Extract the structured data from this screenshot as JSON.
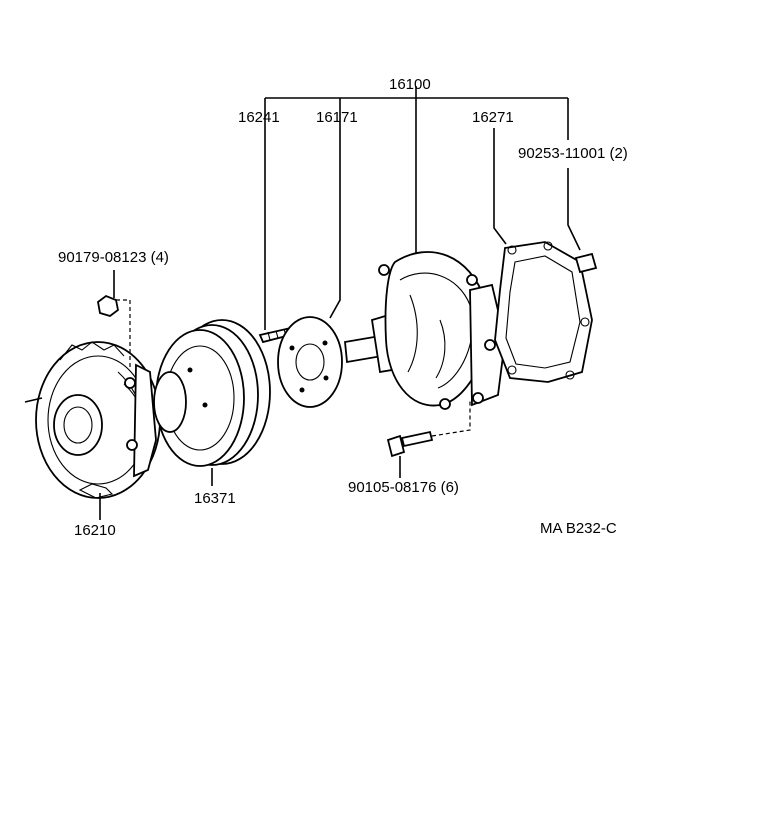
{
  "labels": {
    "assembly": "16100",
    "stud": "16241",
    "flange": "16171",
    "gasket": "16271",
    "plug": "90253-11001 (2)",
    "nut": "90179-08123 (4)",
    "bolt": "90105-08176 (6)",
    "pulley": "16371",
    "fan_coupling": "16210",
    "figure_code": "MA B232-C"
  }
}
